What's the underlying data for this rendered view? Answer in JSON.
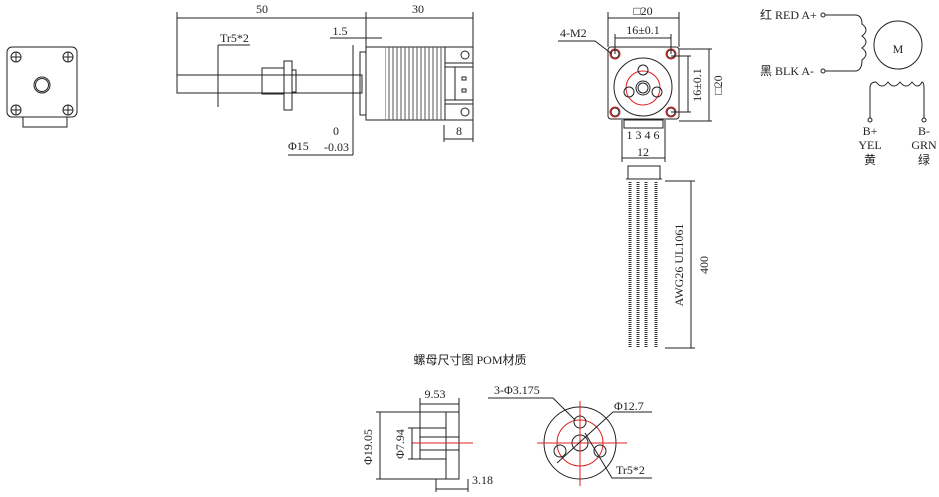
{
  "side_view": {
    "dim_total": "50",
    "dim_motor": "30",
    "dim_step": "1.5",
    "thread": "Tr5*2",
    "phi": "Φ15",
    "tol_upper": "0",
    "tol_lower": "-0.03",
    "dim_conn": "8"
  },
  "front_view": {
    "square": "□20",
    "hole_spacing": "16±0.1",
    "holes": "4-M2",
    "square_v": "□20",
    "hole_spacing_v": "16±0.1",
    "pins": "1 3 4 6",
    "conn_width": "12"
  },
  "cable": {
    "spec": "AWG26 UL1061",
    "length": "400"
  },
  "wiring": {
    "a_plus": "红 RED A+",
    "a_minus": "黑 BLK A-",
    "motor": "M",
    "b_plus": "B+",
    "b_plus_color": "YEL",
    "b_plus_cn": "黄",
    "b_minus": "B-",
    "b_minus_color": "GRN",
    "b_minus_cn": "绿"
  },
  "nut": {
    "title": "螺母尺寸图 POM材质",
    "length": "9.53",
    "outer": "Φ19.05",
    "inner": "Φ7.94",
    "flange": "3.18",
    "holes": "3-Φ3.175",
    "pcd": "Φ12.7",
    "thread": "Tr5*2"
  },
  "colors": {
    "line": "#222222",
    "center_line": "#e02020"
  }
}
